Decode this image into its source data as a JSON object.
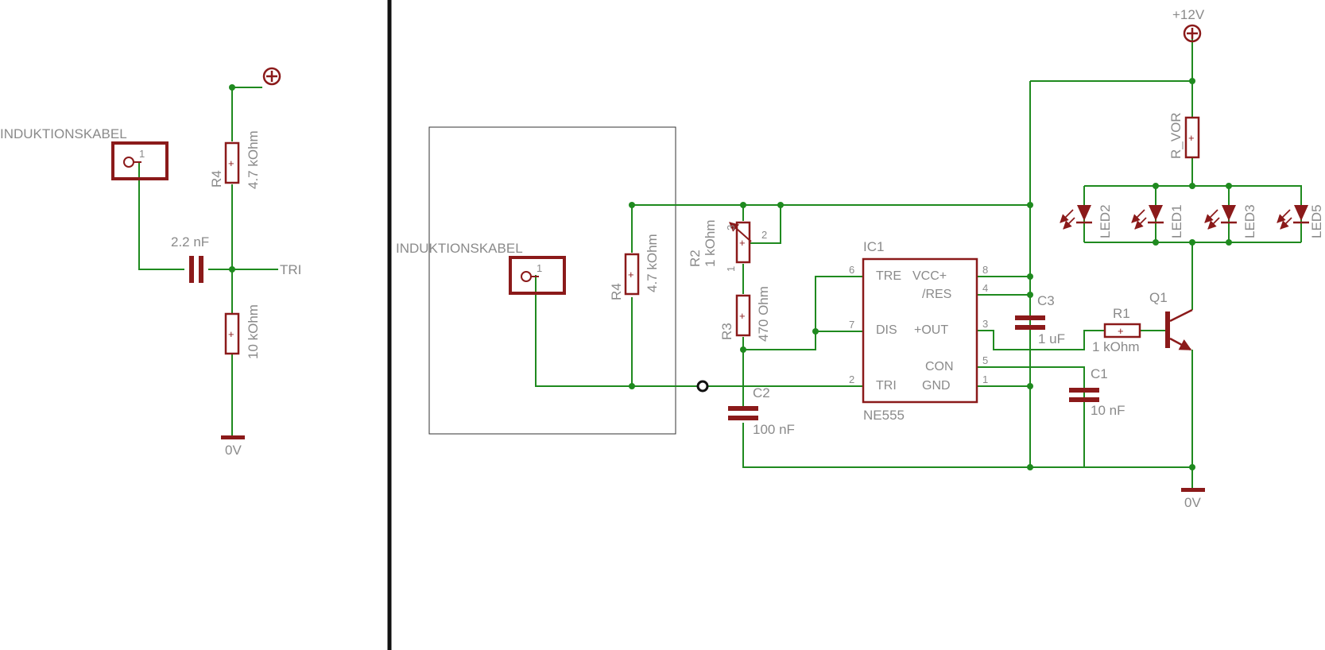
{
  "colors": {
    "wire": "#1f8a1f",
    "part": "#8b1a1a",
    "text": "#8a8a8a",
    "frame": "#222222"
  },
  "left": {
    "connector_name": "INDUKTIONSKABEL",
    "connector_pin": "1",
    "r4_name": "R4",
    "r4_value": "4.7 kOhm",
    "cap_value": "2.2 nF",
    "tri_label": "TRI",
    "r_bottom_value": "10 kOhm",
    "gnd_label": "0V",
    "plus_symbol": "+"
  },
  "right": {
    "connector_name": "INDUKTIONSKABEL",
    "connector_pin": "1",
    "r4_name": "R4",
    "r4_value": "4.7 kOhm",
    "r2_name": "R2",
    "r2_value": "1 kOhm",
    "r2_pins": [
      "3",
      "2",
      "1"
    ],
    "r3_name": "R3",
    "r3_value": "470 Ohm",
    "c2_name": "C2",
    "c2_value": "100 nF",
    "ic_name": "IC1",
    "ic_type": "NE555",
    "ic_left_pins": [
      {
        "num": "6",
        "label": "TRE"
      },
      {
        "num": "7",
        "label": "DIS"
      },
      {
        "num": "2",
        "label": "TRI"
      }
    ],
    "ic_right_pins": [
      {
        "num": "8",
        "label": "VCC+"
      },
      {
        "num": "4",
        "label": "/RES"
      },
      {
        "num": "3",
        "label": "+OUT"
      },
      {
        "num": "5",
        "label": "CON"
      },
      {
        "num": "1",
        "label": "GND"
      }
    ],
    "c3_name": "C3",
    "c3_value": "1 uF",
    "c1_name": "C1",
    "c1_value": "10 nF",
    "r1_name": "R1",
    "r1_value": "1 kOhm",
    "q1_name": "Q1",
    "rvor_name": "R_VOR",
    "leds": [
      "LED2",
      "LED1",
      "LED3",
      "LED5"
    ],
    "vcc_label": "+12V",
    "gnd_label": "0V",
    "plus_symbol": "+"
  }
}
